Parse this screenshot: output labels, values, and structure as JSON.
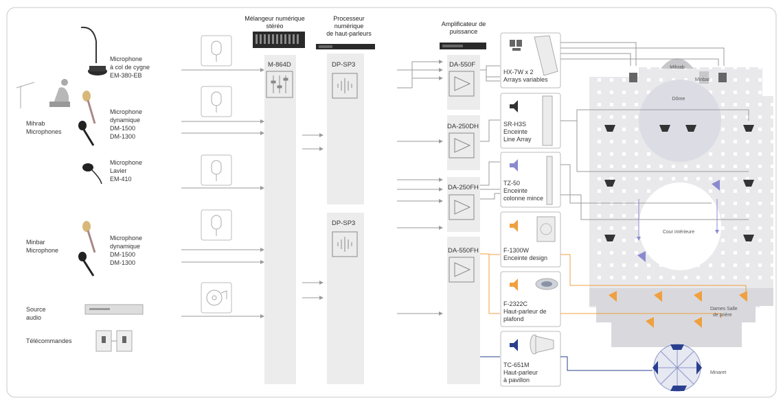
{
  "headers": {
    "mixer": [
      "Mélangeur numérique",
      "stéréo"
    ],
    "processor": [
      "Processeur",
      "numérique",
      "de haut-parleurs"
    ],
    "amplifier": [
      "Amplificateur de",
      "puissance"
    ]
  },
  "sources": {
    "gooseneck": [
      "Microphone",
      "à col de cygne",
      "EM-380-EB"
    ],
    "mihrab": [
      "Mihrab",
      "Microphones"
    ],
    "dynamic1": [
      "Microphone",
      "dynamique",
      "DM-1500",
      "DM-1300"
    ],
    "lavalier": [
      "Microphone",
      "Lavier",
      "EM-410"
    ],
    "minbar": [
      "Minbar",
      "Microphone"
    ],
    "dynamic2": [
      "Microphone",
      "dynamique",
      "DM-1500",
      "DM-1300"
    ],
    "audio": [
      "Source",
      "audio"
    ],
    "remote": [
      "Télécommandes"
    ]
  },
  "devices": {
    "mixer": "M-864D",
    "proc1": "DP-SP3",
    "proc2": "DP-SP3",
    "amp1": "DA-550F",
    "amp2": "DA-250DH",
    "amp3": "DA-250FH",
    "amp4": "DA-550FH"
  },
  "speakers": {
    "s1": [
      "HX-7W x 2",
      "Arrays variables"
    ],
    "s2": [
      "SR-H3S",
      "Enceinte",
      "Line Array"
    ],
    "s3": [
      "TZ-50",
      "Enceinte",
      "colonne mince"
    ],
    "s4": [
      "F-1300W",
      "Enceinte design"
    ],
    "s5": [
      "F-2322C",
      "Haut-parleur de",
      "plafond"
    ],
    "s6": [
      "TC-651M",
      "Haut-parleur",
      "à pavillon"
    ]
  },
  "plan": {
    "mihrab": "Mihrab",
    "minbar": "Minbar",
    "dome": "Dôme",
    "courtyard": "Cour intérieure",
    "women": [
      "Dames Salle",
      "de prière"
    ],
    "minaret": "Minaret"
  },
  "colors": {
    "panel": "#ececec",
    "line": "#9a9a9a",
    "purple": "#8a8ad0",
    "orange": "#f0a040",
    "navy": "#2a3f8f"
  }
}
